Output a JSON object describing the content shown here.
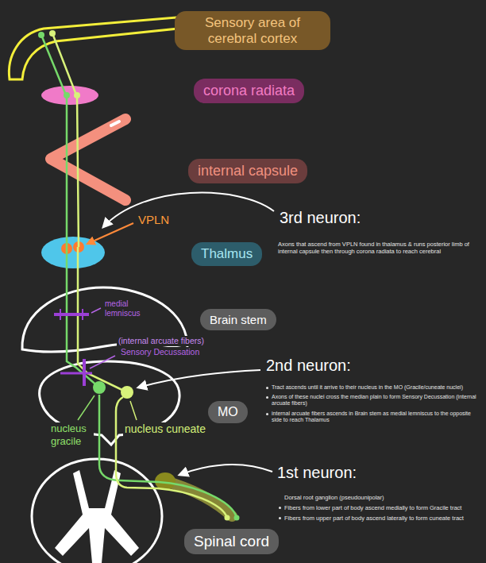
{
  "diagram": {
    "nodes": [
      {
        "text": [
          "Sensory area of cerebral cortex"
        ]
      },
      {
        "text": [
          "corona radiata"
        ]
      },
      {
        "text": [
          "internal capsule"
        ]
      },
      {
        "text": [
          "Thalmus"
        ]
      },
      {
        "text": [
          "Brain stem"
        ]
      },
      {
        "text": [
          "MO"
        ]
      },
      {
        "text": [
          "Spinal cord"
        ]
      }
    ],
    "labels": [
      "VPLN",
      "3rd neuron:",
      "Axons that ascend from VPLN found in thalamus & runs posterior limb of internal capsule then through corona radiata to reach cerebral",
      "medial lemniscus",
      "(internal arcuate fibers)",
      "Sensory Decussation",
      "2nd neuron:",
      "Tract ascends until it arrive to their nucleus in the MO (Gracile/cuneate nuclei)",
      "Axons of these nuclei cross the median plain to form Sensory Decussation (internal arcuate fibers)",
      "internal arcuate fibers ascends in Brain stem as medial lemniscus to the opposite side to reach Thalamus",
      "nucleus gracile",
      "nucleus cuneate",
      "1st neuron:",
      "Dorsal root ganglion (pseudounipolar)",
      "Fibers from lower part of body ascend medially to form Gracile tract",
      "Fibers from upper part of body ascend laterally to form cuneate tract"
    ]
  }
}
